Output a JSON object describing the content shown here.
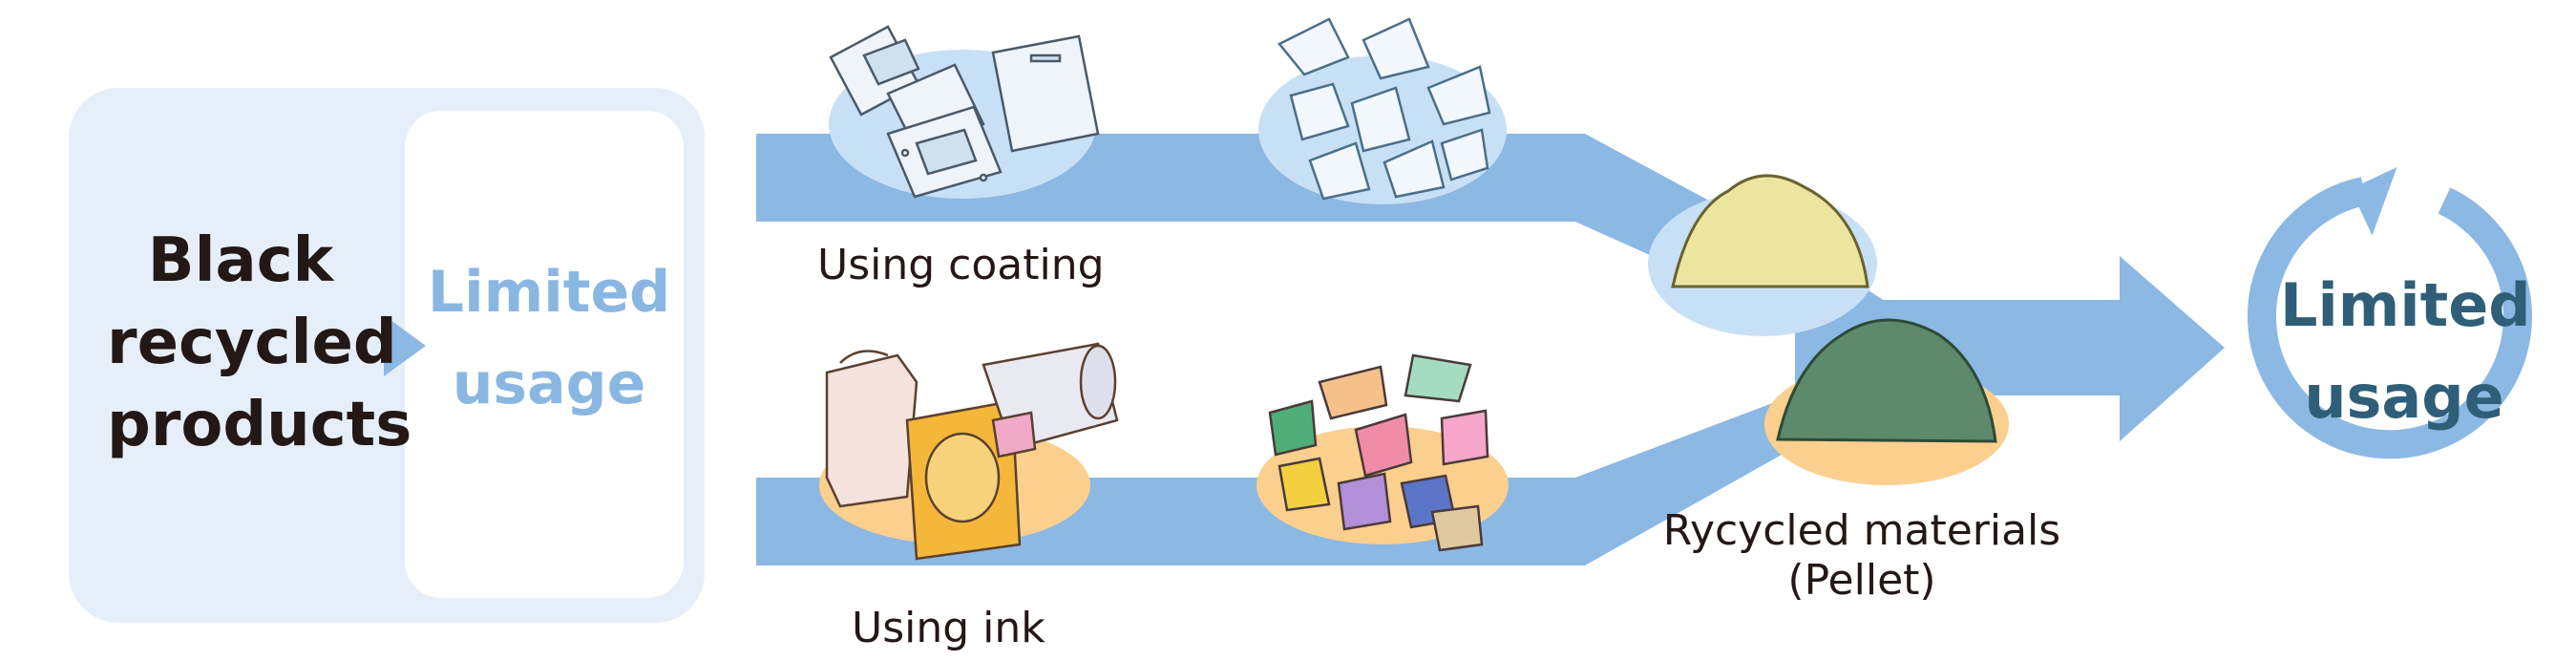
{
  "source_box": {
    "title": "Black recycled products",
    "usage": "Limited usage"
  },
  "flows": {
    "coating_label": "Using coating",
    "ink_label": "Using ink"
  },
  "pellet": {
    "label_line1": "Rycycled materials",
    "label_line2": "(Pellet)"
  },
  "result": {
    "usage": "Limited usage"
  },
  "colors": {
    "band": "#8cb8e4",
    "box_outer": "#e6eff9",
    "halo_blue": "#c8e0f5",
    "halo_orange": "#fbcf8e",
    "cycle_ring": "#8cb8e4",
    "usage_text_light": "#8ab7e2",
    "usage_text_dark": "#2f5f78",
    "pellet_light": "#ebe5a0",
    "pellet_dark": "#5c8a6a"
  },
  "icons": {
    "coated_film": "coated-film-pieces-icon",
    "coated_flakes": "clear-flakes-icon",
    "ink_packages": "printed-packages-icon",
    "ink_flakes": "colored-flakes-icon",
    "pellet_light": "light-pellet-pile-icon",
    "pellet_dark": "dark-pellet-pile-icon",
    "cycle": "recycle-arrow-icon"
  }
}
